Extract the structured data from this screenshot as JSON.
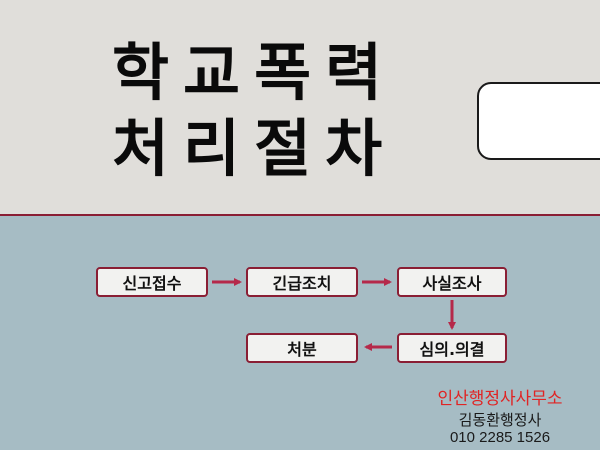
{
  "title": {
    "line1": "학교폭력",
    "line2": "처리절차"
  },
  "steps": {
    "report": "신고접수",
    "emergency": "긴급조치",
    "investigation": "사실조사",
    "deliberation": "심의.의결",
    "disposition": "처분"
  },
  "footer": {
    "office": "인산행정사사무소",
    "person": "김동환행정사",
    "phone": "010 2285 1526"
  },
  "colors": {
    "header_bg": "#e0deda",
    "body_bg": "#a6bcc4",
    "accent": "#8a1e34",
    "arrow": "#b5294a",
    "office_text": "#e02424"
  }
}
